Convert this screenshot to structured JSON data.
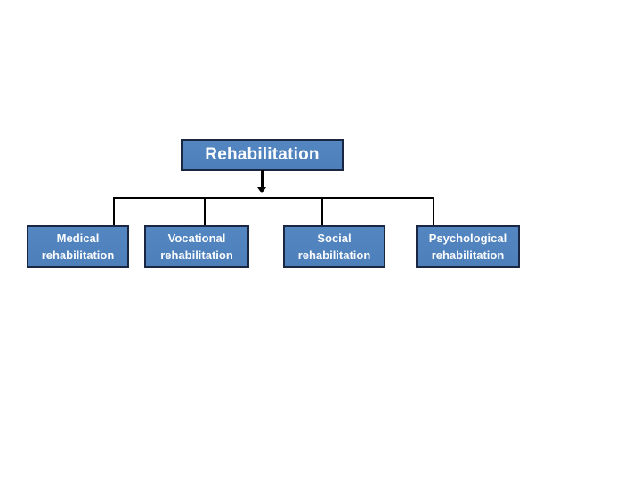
{
  "colors": {
    "background": "#ffffff",
    "node_fill": "#4f81bd",
    "node_border": "#1a2742",
    "node_text": "#fbfcfe",
    "connector": "#000000"
  },
  "diagram": {
    "root_label": "Rehabilitation",
    "arrow_icon": "down-arrow",
    "children": [
      {
        "line1": "Medical",
        "line2": "rehabilitation"
      },
      {
        "line1": "Vocational",
        "line2": "rehabilitation"
      },
      {
        "line1": "Social",
        "line2": "rehabilitation"
      },
      {
        "line1": "Psychological",
        "line2": "rehabilitation"
      }
    ]
  }
}
